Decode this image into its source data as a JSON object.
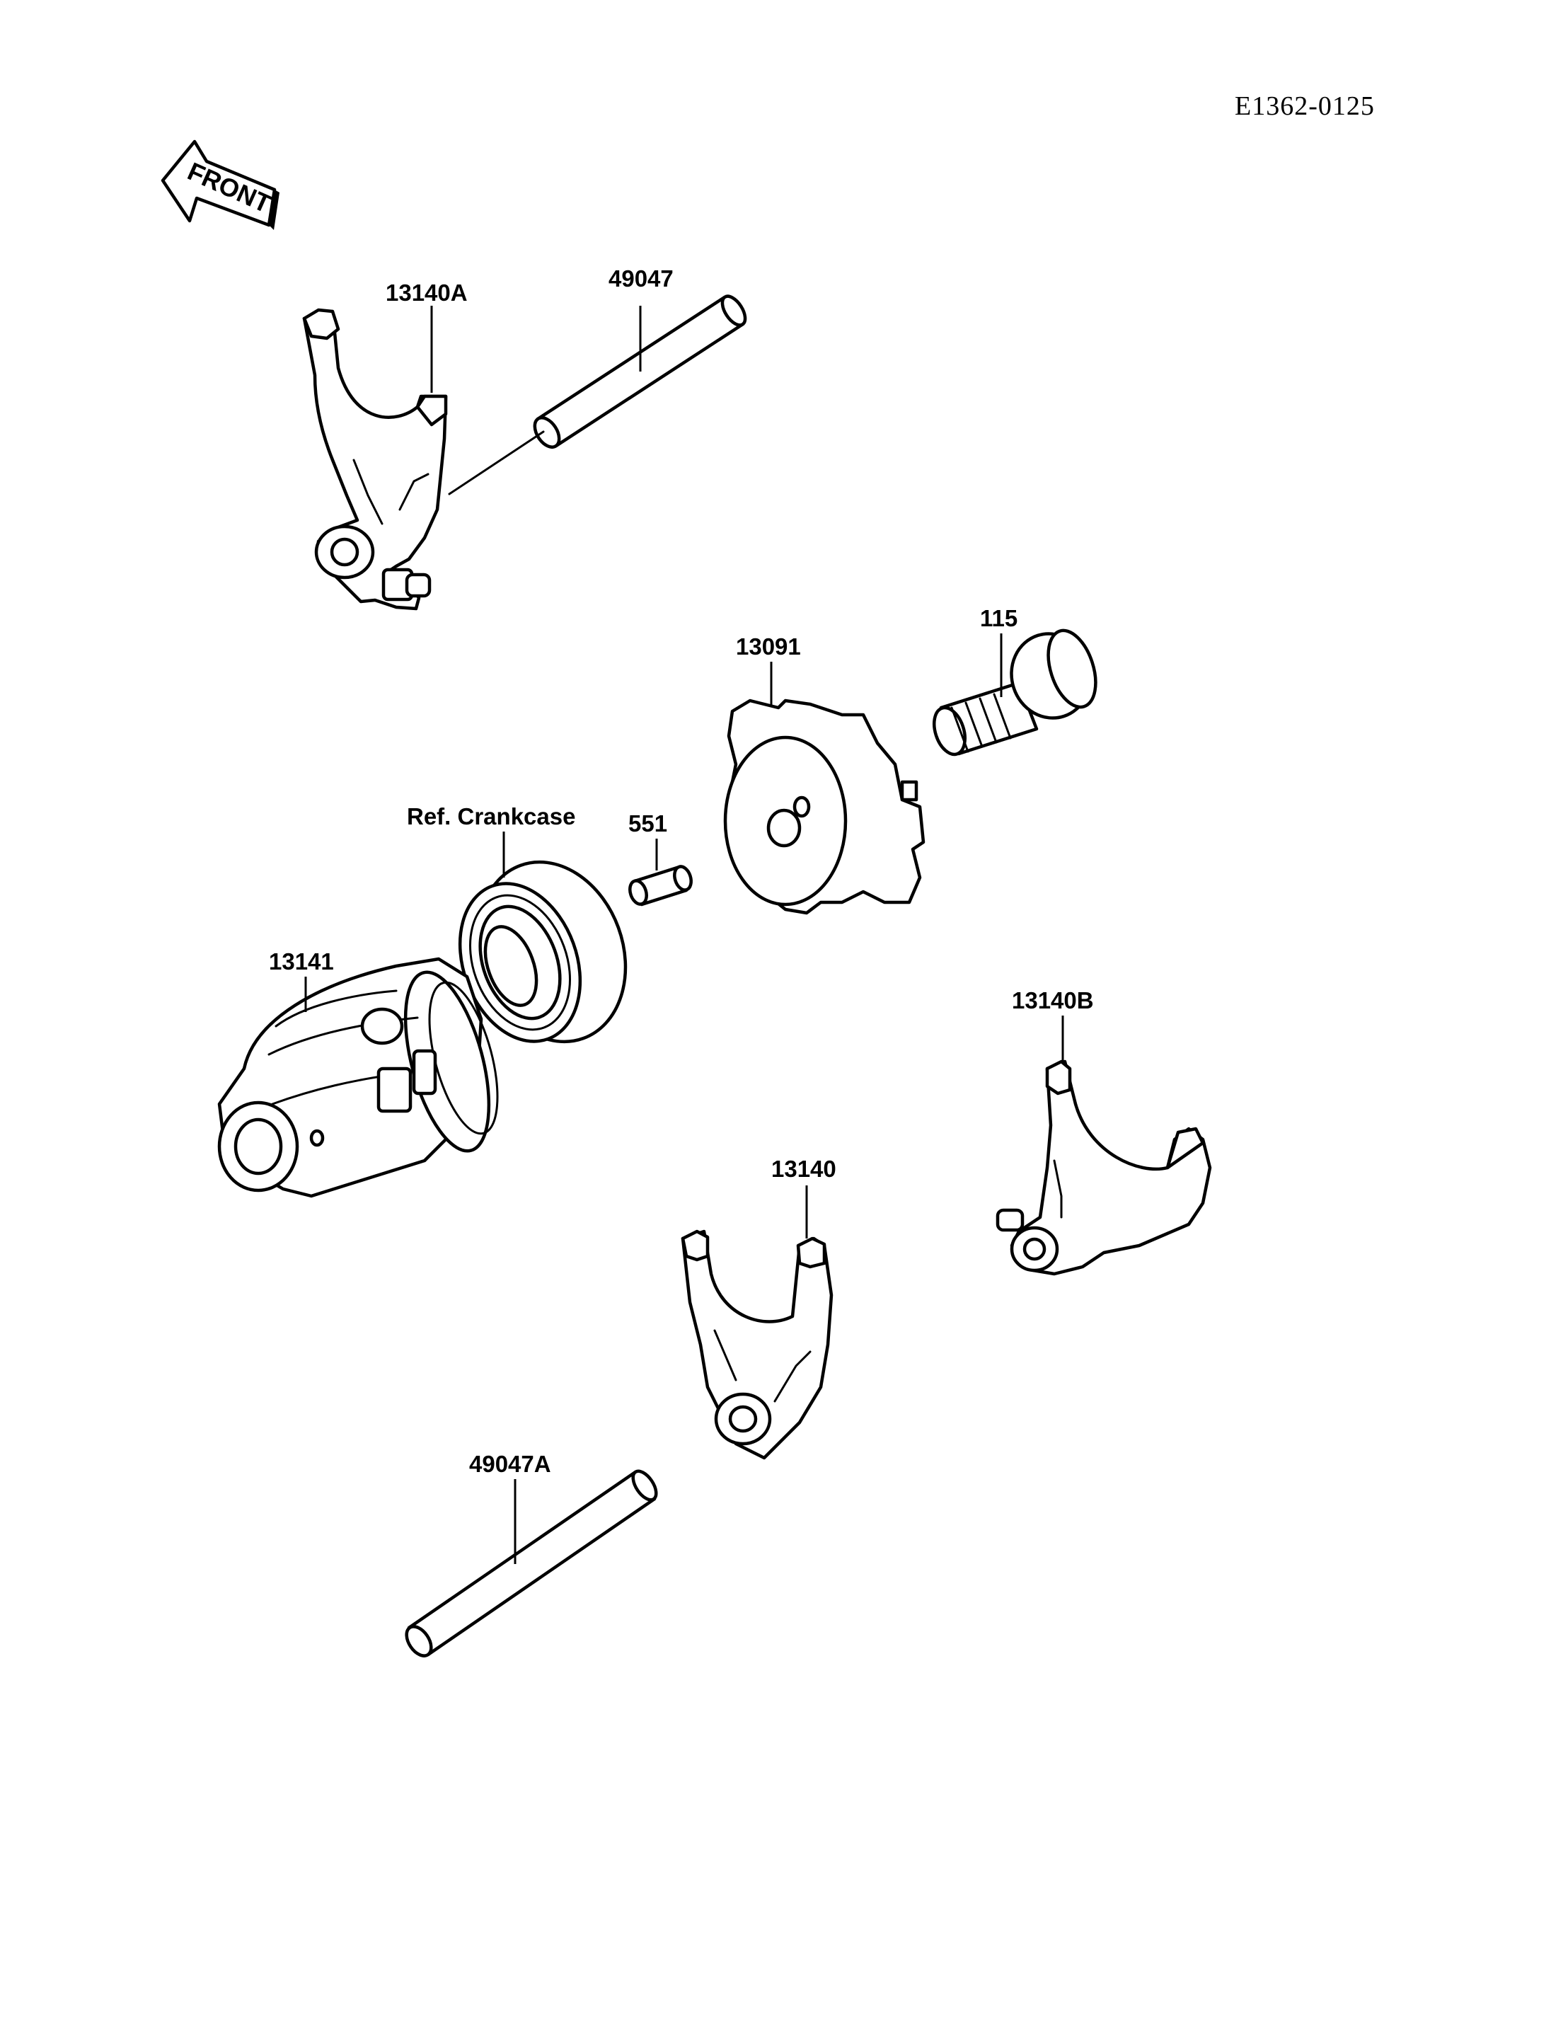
{
  "diagram_code": "E1362-0125",
  "front_label": "FRONT",
  "callouts": {
    "shaft_upper": "49047",
    "fork_upper": "13140A",
    "stopper": "13091",
    "bolt": "115",
    "ref_crankcase": "Ref. Crankcase",
    "pin": "551",
    "drum": "13141",
    "fork_right": "13140B",
    "fork_center": "13140",
    "shaft_lower": "49047A"
  }
}
